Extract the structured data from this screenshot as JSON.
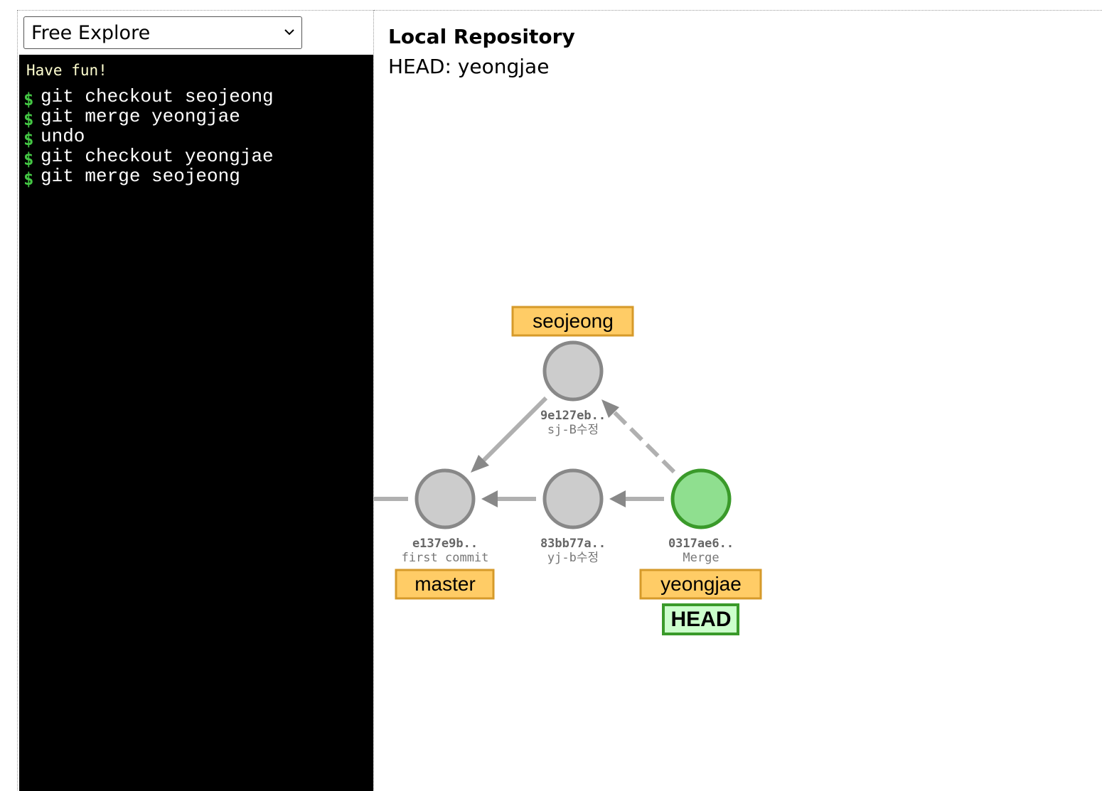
{
  "mode_select": {
    "value": "Free Explore"
  },
  "console": {
    "greeting": "Have fun!",
    "prompt": "$",
    "history": [
      "git checkout seojeong",
      "git merge yeongjae",
      "undo",
      "git checkout yeongjae",
      "git merge seojeong"
    ]
  },
  "repository": {
    "title": "Local Repository",
    "head_prefix": "HEAD:",
    "head_branch": "yeongjae"
  },
  "commits": [
    {
      "id": "e137e9b..",
      "message": "first commit"
    },
    {
      "id": "83bb77a..",
      "message": "yj-b수정"
    },
    {
      "id": "9e127eb..",
      "message": "sj-B수정"
    },
    {
      "id": "0317ae6..",
      "message": "Merge"
    }
  ],
  "branches": [
    {
      "name": "seojeong"
    },
    {
      "name": "master"
    },
    {
      "name": "yeongjae"
    }
  ],
  "head_tag": "HEAD",
  "colors": {
    "commit_fill": "#cccccc",
    "commit_stroke": "#888888",
    "head_commit_fill": "#8fdf8f",
    "head_commit_stroke": "#3a9a2a",
    "branch_fill": "#ffcc66",
    "branch_stroke": "#d69a2a",
    "head_tag_fill": "#ccffcc",
    "head_tag_stroke": "#3a9a2a",
    "edge": "#b0b0b0",
    "console_bg": "#000000",
    "prompt": "#44c844"
  }
}
